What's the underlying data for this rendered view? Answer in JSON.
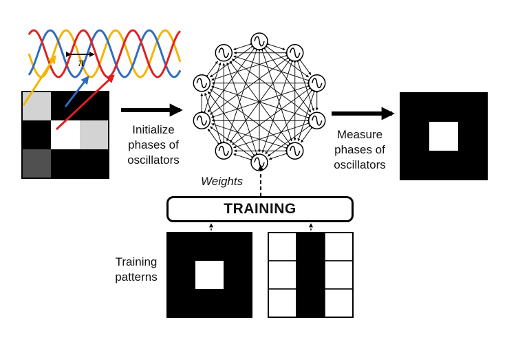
{
  "labels": {
    "initialize": "Initialize\nphases of\noscillators",
    "measure": "Measure\nphases of\noscillators",
    "weights": "Weights",
    "training": "TRAINING",
    "training_patterns": "Training\npatterns",
    "pi": "π"
  },
  "input_grid": [
    [
      "#d3d3d3",
      "#000000",
      "#000000"
    ],
    [
      "#000000",
      "#ffffff",
      "#d3d3d3"
    ],
    [
      "#505050",
      "#000000",
      "#000000"
    ]
  ],
  "output_grid": [
    [
      "#000000",
      "#000000",
      "#000000"
    ],
    [
      "#000000",
      "#ffffff",
      "#000000"
    ],
    [
      "#000000",
      "#000000",
      "#000000"
    ]
  ],
  "pattern_a": [
    [
      "#000000",
      "#000000",
      "#000000"
    ],
    [
      "#000000",
      "#ffffff",
      "#000000"
    ],
    [
      "#000000",
      "#000000",
      "#000000"
    ]
  ],
  "pattern_b": [
    [
      "#ffffff",
      "#000000",
      "#ffffff"
    ],
    [
      "#ffffff",
      "#000000",
      "#ffffff"
    ],
    [
      "#ffffff",
      "#000000",
      "#ffffff"
    ]
  ],
  "wave_colors": [
    "#f5b400",
    "#2f6cc0",
    "#e02020"
  ],
  "oscillator_count": 10
}
